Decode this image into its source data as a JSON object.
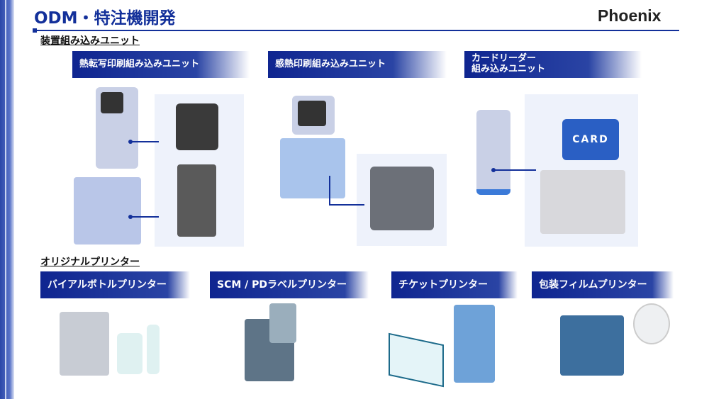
{
  "title": "ODM・特注機開発",
  "brand": "Phoenix",
  "section1": {
    "heading": "装置組み込みユニット",
    "units": [
      {
        "label": "熱転写印刷組み込みユニット"
      },
      {
        "label": "感熱印刷組み込みユニット"
      },
      {
        "label_line1": "カードリーダー",
        "label_line2": "組み込みユニット",
        "card_text": "CARD"
      }
    ]
  },
  "section2": {
    "heading": "オリジナルプリンター",
    "printers": [
      {
        "label": "バイアルボトルプリンター"
      },
      {
        "label": "SCM / PDラベルプリンター"
      },
      {
        "label": "チケットプリンター"
      },
      {
        "label": "包装フィルムプリンター"
      }
    ]
  }
}
